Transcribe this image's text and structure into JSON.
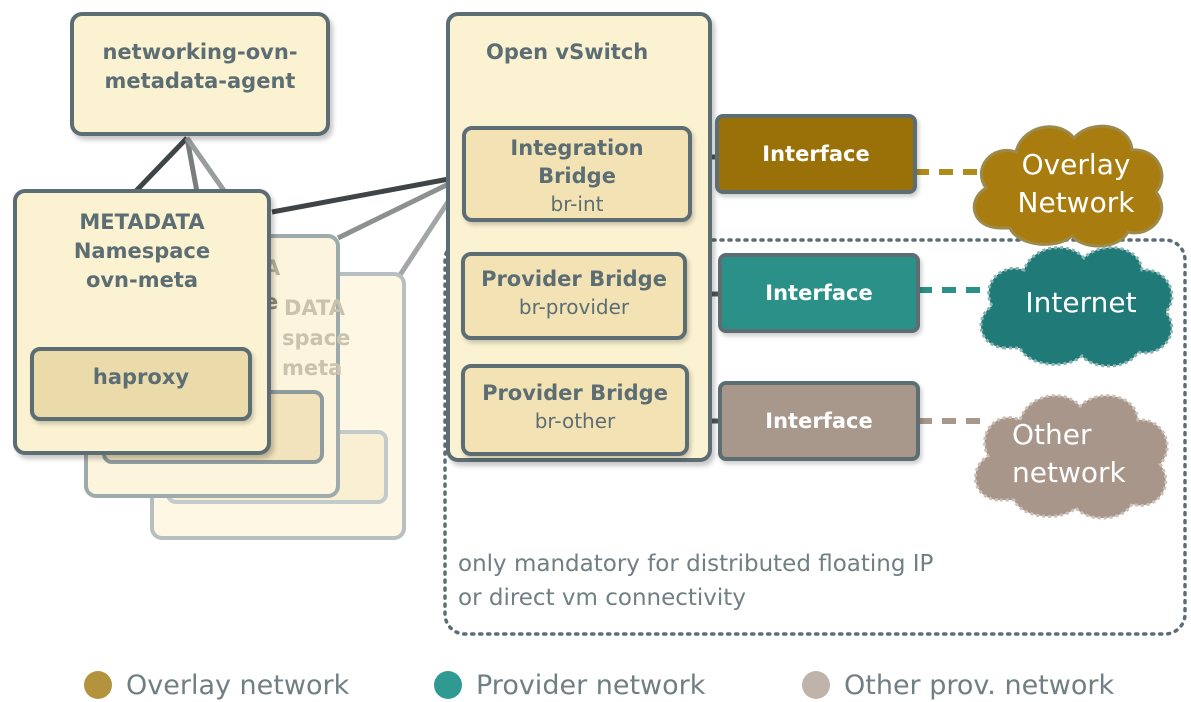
{
  "agent": {
    "label": "networking-ovn-metadata-agent"
  },
  "namespace": {
    "title_lines": [
      "METADATA",
      "Namespace",
      "ovn-meta"
    ],
    "haproxy": "haproxy",
    "ghost_fragments": {
      "a": "A",
      "e": "e",
      "data": "DATA",
      "space": "space",
      "meta": "meta",
      "haproxy_label": "haproxy"
    }
  },
  "ovs": {
    "title": "Open vSwitch",
    "integration_bridge": {
      "name_lines": [
        "Integration",
        "Bridge"
      ],
      "sub": "br-int"
    },
    "provider_bridge": {
      "name": "Provider Bridge",
      "sub": "br-provider"
    },
    "other_bridge": {
      "name": "Provider Bridge",
      "sub": "br-other"
    }
  },
  "interfaces": {
    "overlay": {
      "label": "Interface",
      "color": "#9a7108"
    },
    "provider": {
      "label": "Interface",
      "color": "#2a9088"
    },
    "other": {
      "label": "Interface",
      "color": "#a8978b"
    }
  },
  "clouds": {
    "overlay": {
      "lines": [
        "Overlay",
        "Network"
      ],
      "color": "#a97c10"
    },
    "internet": {
      "lines": [
        "Internet"
      ],
      "color": "#1f7a78"
    },
    "other": {
      "lines": [
        "Other",
        "network"
      ],
      "color": "#a8968b"
    }
  },
  "note": {
    "lines": [
      "only mandatory for distributed floating IP",
      "or direct vm connectivity"
    ]
  },
  "legend": [
    {
      "label": "Overlay network",
      "color": "#b3933e"
    },
    {
      "label": "Provider network",
      "color": "#2f9a92"
    },
    {
      "label": "Other prov. network",
      "color": "#c0b4aa"
    }
  ]
}
